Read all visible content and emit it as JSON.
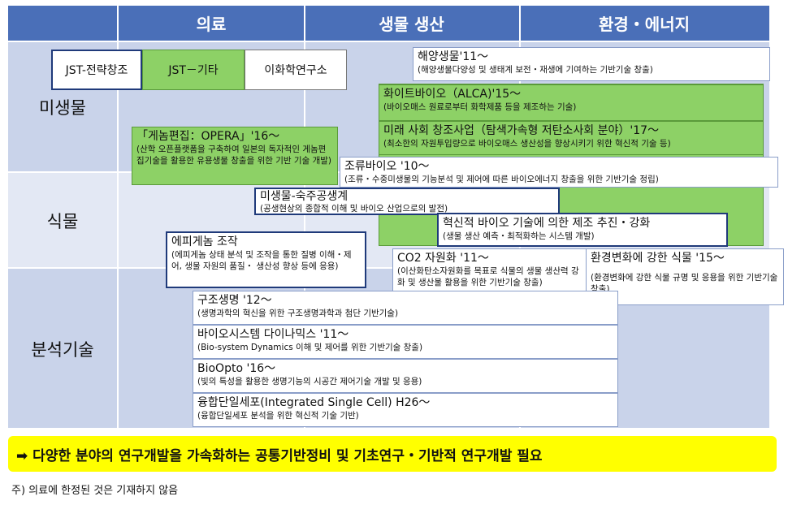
{
  "header": {
    "columns": [
      "의료",
      "생물 생산",
      "환경・에너지"
    ]
  },
  "rows": [
    "미생물",
    "식물",
    "분석기술"
  ],
  "legend": {
    "strategy": "JST-전략창조",
    "other": "JST－기타",
    "riken": "이화학연구소"
  },
  "boxes": {
    "marine": {
      "title": "해양생물'11～",
      "desc": "(해양생물다양성 및 생태계 보전・재생에 기여하는 기반기술 창출)"
    },
    "whitebio": {
      "title": "화이트바이오（ALCA)'15～",
      "desc": "(바이오매스 원료로부터 화학제품 등을 제조하는 기술)"
    },
    "future": {
      "title": "미래 사회 창조사업（탐색가속형 저탄소사회 분야）'17～",
      "desc": "(최소한의 자원투입량으로 바이오매스 생산성을 향상시키기 위한 혁신적 기술 등)"
    },
    "genome": {
      "title": "「게놈편집：OPERA」'16～",
      "desc": "(산학 오픈플랫폼을 구축하여 일본의 독자적인 게놈편집기술을 활용한 유용생물 창출을 위한 기반 기술 개발)"
    },
    "algae": {
      "title": "조류바이오 '10～",
      "desc": "(조류・수중미생물의 기능분석 및 제어에 따른 바이오에너지 창출을 위한 기반기술 정립)"
    },
    "symbiosis": {
      "title": "미생물-숙주공생계",
      "desc": "(공생현상의 종합적 이해 및 바이오 산업으로의 발전)"
    },
    "innovation": {
      "title": "혁신적 바이오 기술에 의한 제조 추진・강화",
      "desc": "(생물 생산 예측・최적화하는 시스템 개발)"
    },
    "epigenome": {
      "title": "에피게놈 조작",
      "desc": "(에피게놈 상태 분석 및 조작을 통한 질병 이해・제어, 생물 자원의 품질・ 생산성 향상 등에 응용)"
    },
    "co2": {
      "title": "CO2 자원화 '11～",
      "desc": "(이산화탄소자원화를 목표로 식물의 생물 생산력 강화 및 생산물 활용을 위한 기반기술 창출)"
    },
    "envplant": {
      "title": "환경변화에 강한 식물 '15～",
      "desc": "(환경변화에 강한 식물 규명 및 응용을 위한 기반기술 창출)"
    },
    "structure": {
      "title": "구조생명 '12～",
      "desc": "(생명과학의 혁신을 위한 구조생명과학과 첨단 기반기술)"
    },
    "biosystem": {
      "title": "바이오시스템 다이나믹스 '11～",
      "desc": "(Bio-system Dynamics 이해 및 제어를 위한 기반기술 창출)"
    },
    "bioopto": {
      "title": "BioOpto '16～",
      "desc": "(빛의 특성을 활용한 생명기능의 시공간 제어기술 개발 및 응용)"
    },
    "singlecell": {
      "title": "융합단일세포(Integrated Single Cell) H26～",
      "desc": "(융합단일세포 분석을 위한 혁신적 기술 기반)"
    }
  },
  "banner": "➡ 다양한 분야의 연구개발을 가속화하는 공통기반정비 및 기초연구・기반적 연구개발 필요",
  "footnote": "주) 의료에 한정된 것은 기재하지 않음",
  "colors": {
    "header": "#4a6fb8",
    "row_microbe": "#c9d3ea",
    "row_plant": "#e3e8f4",
    "row_analysis": "#c9d3ea",
    "green": "#8dd166",
    "banner": "#ffff00",
    "border": "#1f3a7a"
  }
}
